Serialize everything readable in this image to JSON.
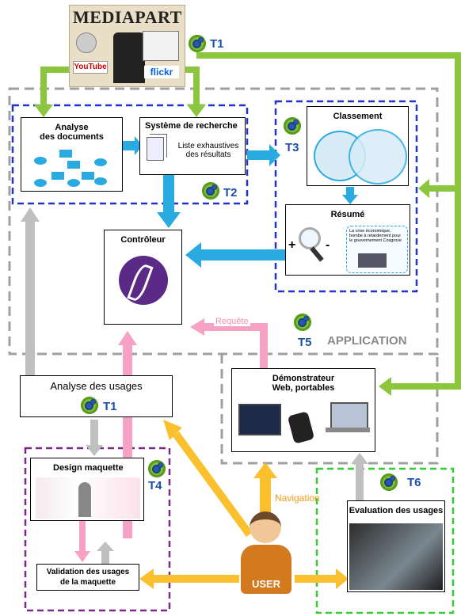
{
  "source": {
    "brand": "MEDIAPART",
    "logos": [
      "Wikipedia",
      "YouTube",
      "flickr"
    ]
  },
  "team_labels": {
    "t1_top": "T1",
    "t2": "T2",
    "t3": "T3",
    "t4": "T4",
    "t5": "T5",
    "t1_bottom": "T1",
    "t6": "T6"
  },
  "boxes": {
    "analyse_documents": "Analyse\ndes documents",
    "systeme_recherche_title": "Système de recherche",
    "systeme_recherche_sub": "Liste exhaustives\ndes résultats",
    "classement": "Classement",
    "resume": "Résumé",
    "resume_snippet": "La crise économique, bombe à retardement pour le gouvernement Cosgrove",
    "controleur": "Contrôleur",
    "application": "APPLICATION",
    "requete": "Requête",
    "analyse_usages": "Analyse des usages",
    "demonstrateur": "Démonstrateur\nWeb, portables",
    "design_maquette": "Design maquette",
    "validation": "Validation des usages\nde la maquette",
    "navigation": "Navigation",
    "evaluation": "Evaluation des usages",
    "user": "USER",
    "plus": "+",
    "minus": "-"
  },
  "colors": {
    "green_arrow": "#8cc63f",
    "blue_arrow": "#29aae1",
    "grey_arrow": "#c0c0c0",
    "pink_arrow": "#f7a1c4",
    "yellow_arrow": "#fbc02d",
    "blue_dashed": "#2233cc",
    "purple_dashed": "#7b2a8a",
    "green_dashed": "#33cc33",
    "grey_dashed": "#a0a0a0",
    "team_label": "#1c4fa8"
  }
}
